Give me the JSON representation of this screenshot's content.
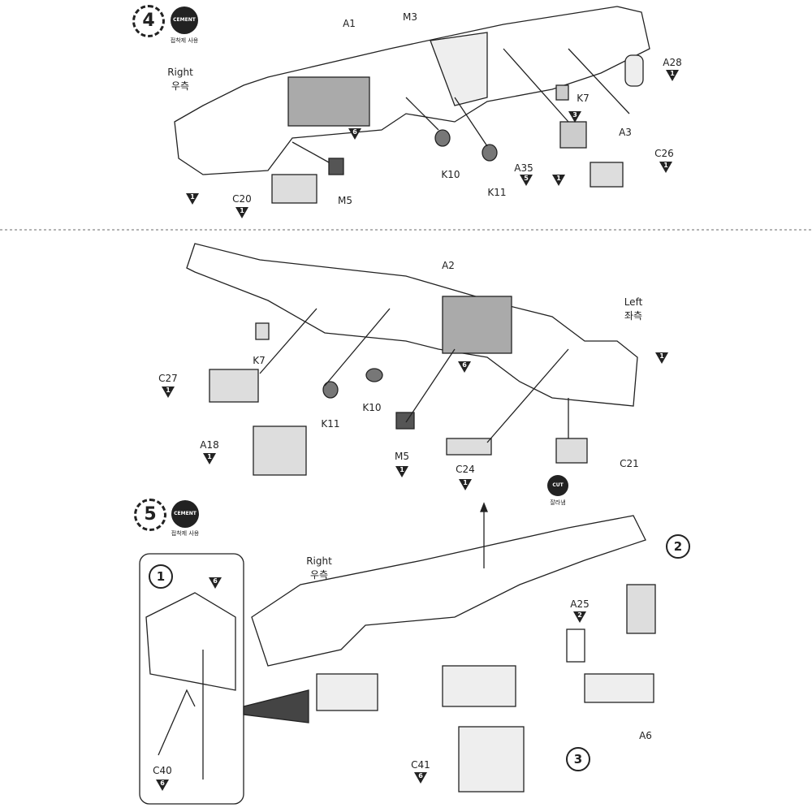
{
  "step4": {
    "number": "4",
    "cement": "CEMENT",
    "cement_note": "접착제 사용",
    "right": "Right",
    "right_ko": "우측",
    "parts_top": {
      "A1": "A1",
      "M3": "M3",
      "A28": "A28",
      "K7": "K7",
      "A3": "A3",
      "C26": "C26",
      "A35": "A35",
      "K10": "K10",
      "K11": "K11",
      "M5": "M5",
      "C20": "C20"
    },
    "tri_top": [
      "1",
      "6",
      "3",
      "1",
      "5",
      "1",
      "1",
      "1"
    ],
    "left": "Left",
    "left_ko": "좌측",
    "parts_mid": {
      "A2": "A2",
      "K7": "K7",
      "C27": "C27",
      "K11": "K11",
      "K10": "K10",
      "M5": "M5",
      "C24": "C24",
      "C21": "C21",
      "A18": "A18"
    },
    "tri_mid": [
      "1",
      "1",
      "6",
      "1",
      "1",
      "1"
    ],
    "cut": "CUT",
    "cut_note": "잘라냄"
  },
  "step5": {
    "number": "5",
    "cement": "CEMENT",
    "cement_note": "접착제 사용",
    "right": "Right",
    "right_ko": "우측",
    "inset_number": "1",
    "sub2": "2",
    "sub3": "3",
    "parts": {
      "C40": "C40",
      "A25": "A25",
      "A6": "A6",
      "C41": "C41"
    },
    "tri": [
      "6",
      "6",
      "2",
      "6"
    ]
  }
}
